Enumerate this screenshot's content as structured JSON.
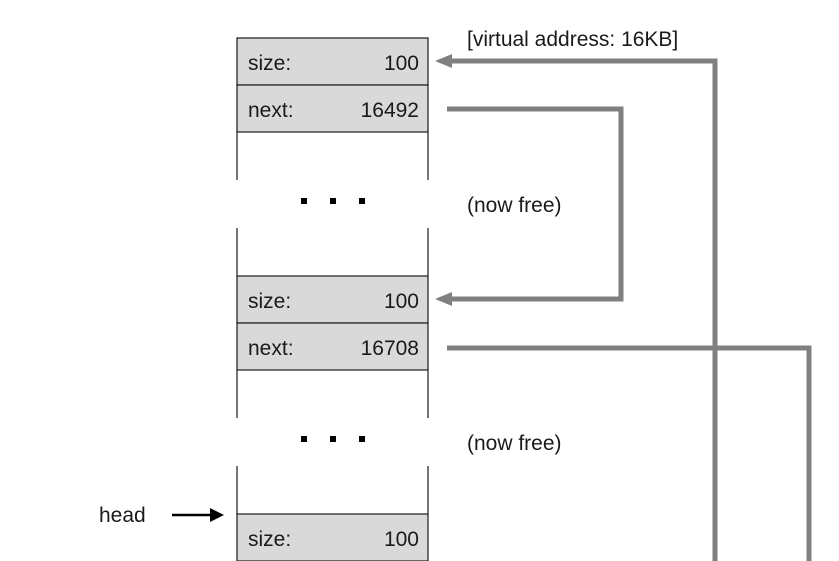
{
  "annotation": "[virtual address: 16KB]",
  "chunks": [
    {
      "size_label": "size:",
      "size_value": "100",
      "next_label": "next:",
      "next_value": "16492",
      "note": "(now free)"
    },
    {
      "size_label": "size:",
      "size_value": "100",
      "next_label": "next:",
      "next_value": "16708",
      "note": "(now free)"
    },
    {
      "size_label": "size:",
      "size_value": "100"
    }
  ],
  "head_label": "head",
  "colors": {
    "field_fill": "#d9d9d9",
    "link": "#808080",
    "outline": "#1a1a1a"
  }
}
